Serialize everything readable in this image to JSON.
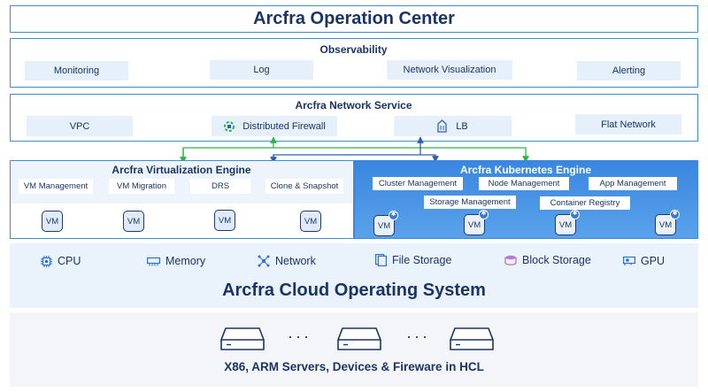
{
  "operation_center": {
    "title": "Arcfra Operation Center"
  },
  "observability": {
    "title": "Observability",
    "items": [
      "Monitoring",
      "Log",
      "Network Visualization",
      "Alerting"
    ]
  },
  "network_service": {
    "title": "Arcfra Network Service",
    "items": [
      "VPC",
      "Distributed Firewall",
      "LB",
      "Flat Network"
    ]
  },
  "virtualization_engine": {
    "title": "Arcfra Virtualization Engine",
    "items": [
      "VM Management",
      "VM Migration",
      "DRS",
      "Clone & Snapshot"
    ],
    "vm_label": "VM"
  },
  "kubernetes_engine": {
    "title": "Arcfra Kubernetes Engine",
    "row1": [
      "Cluster Management",
      "Node Management",
      "App Management"
    ],
    "row2": [
      "Storage Management",
      "Container Registry"
    ],
    "vm_label": "VM",
    "accent": "#3a86e0"
  },
  "resources": {
    "items": [
      {
        "label": "CPU",
        "icon": "cpu-icon"
      },
      {
        "label": "Memory",
        "icon": "memory-icon"
      },
      {
        "label": "Network",
        "icon": "network-icon"
      },
      {
        "label": "File Storage",
        "icon": "file-storage-icon"
      },
      {
        "label": "Block Storage",
        "icon": "block-storage-icon"
      },
      {
        "label": "GPU",
        "icon": "gpu-icon"
      }
    ]
  },
  "cloud_os": {
    "title": "Arcfra Cloud Operating System"
  },
  "hardware": {
    "ellipsis": "···",
    "caption": "X86, ARM Servers, Devices & Fireware in HCL"
  },
  "colors": {
    "brand": "#3d8fd8",
    "navy": "#1b3466",
    "arrow_green": "#2db34a",
    "arrow_blue": "#2f5fb0"
  }
}
